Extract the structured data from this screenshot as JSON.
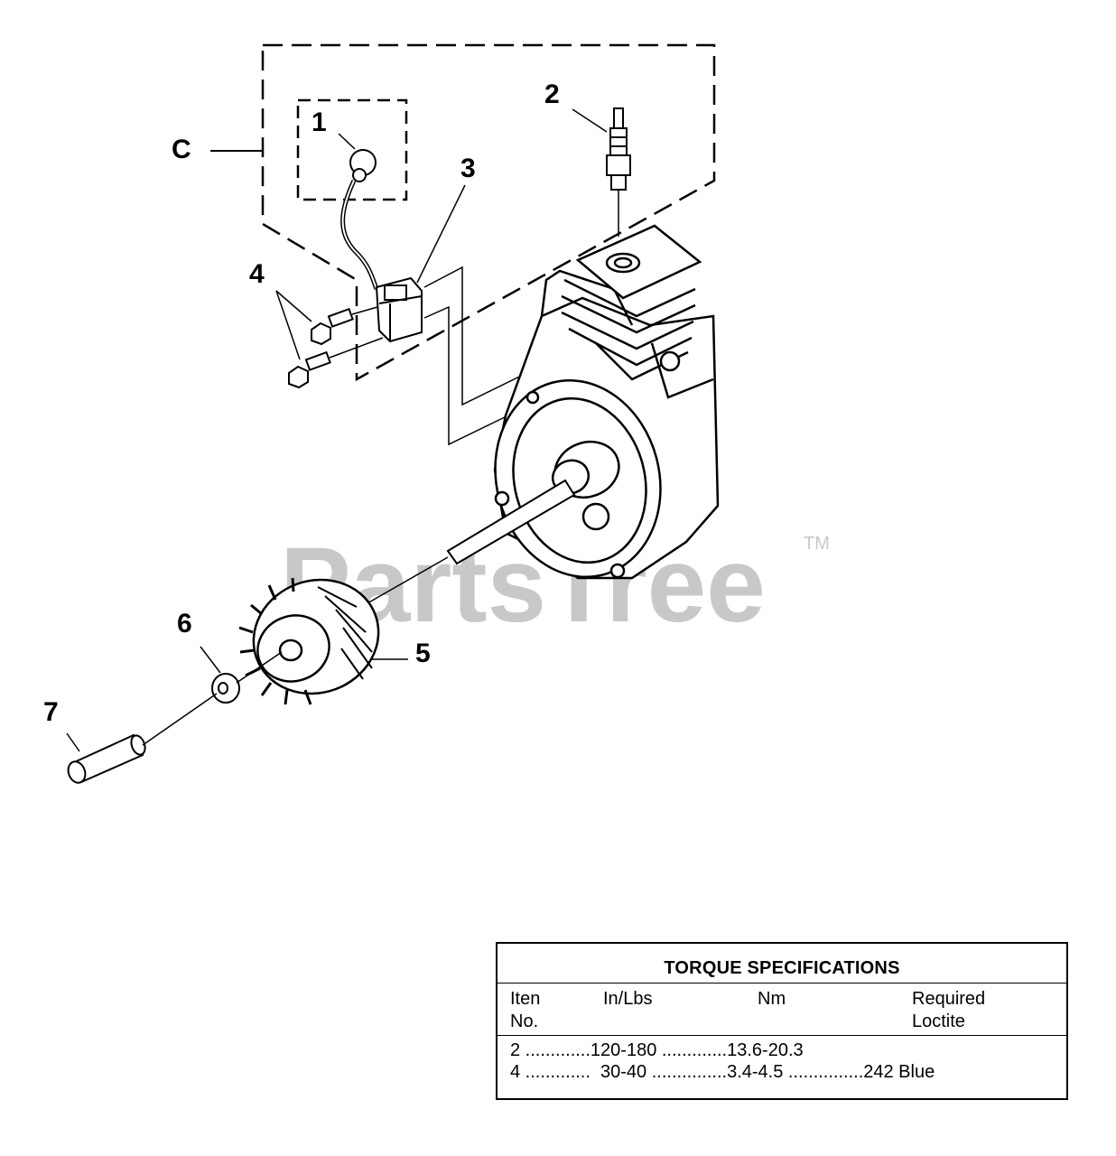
{
  "callouts": {
    "c": "C",
    "n1": "1",
    "n2": "2",
    "n3": "3",
    "n4": "4",
    "n5": "5",
    "n6": "6",
    "n7": "7"
  },
  "watermark": {
    "text": "PartsTree",
    "tm": "TM"
  },
  "torque_table": {
    "title": "TORQUE SPECIFICATIONS",
    "headers": {
      "item_line1": "Iten",
      "item_line2": "No.",
      "in_lbs": "In/Lbs",
      "nm": "Nm",
      "loctite_line1": "Required",
      "loctite_line2": "Loctite"
    },
    "rows": [
      {
        "text": "2 .............120-180 .............13.6-20.3"
      },
      {
        "text": "4 .............  30-40 ...............3.4-4.5 ...............242 Blue"
      }
    ]
  }
}
